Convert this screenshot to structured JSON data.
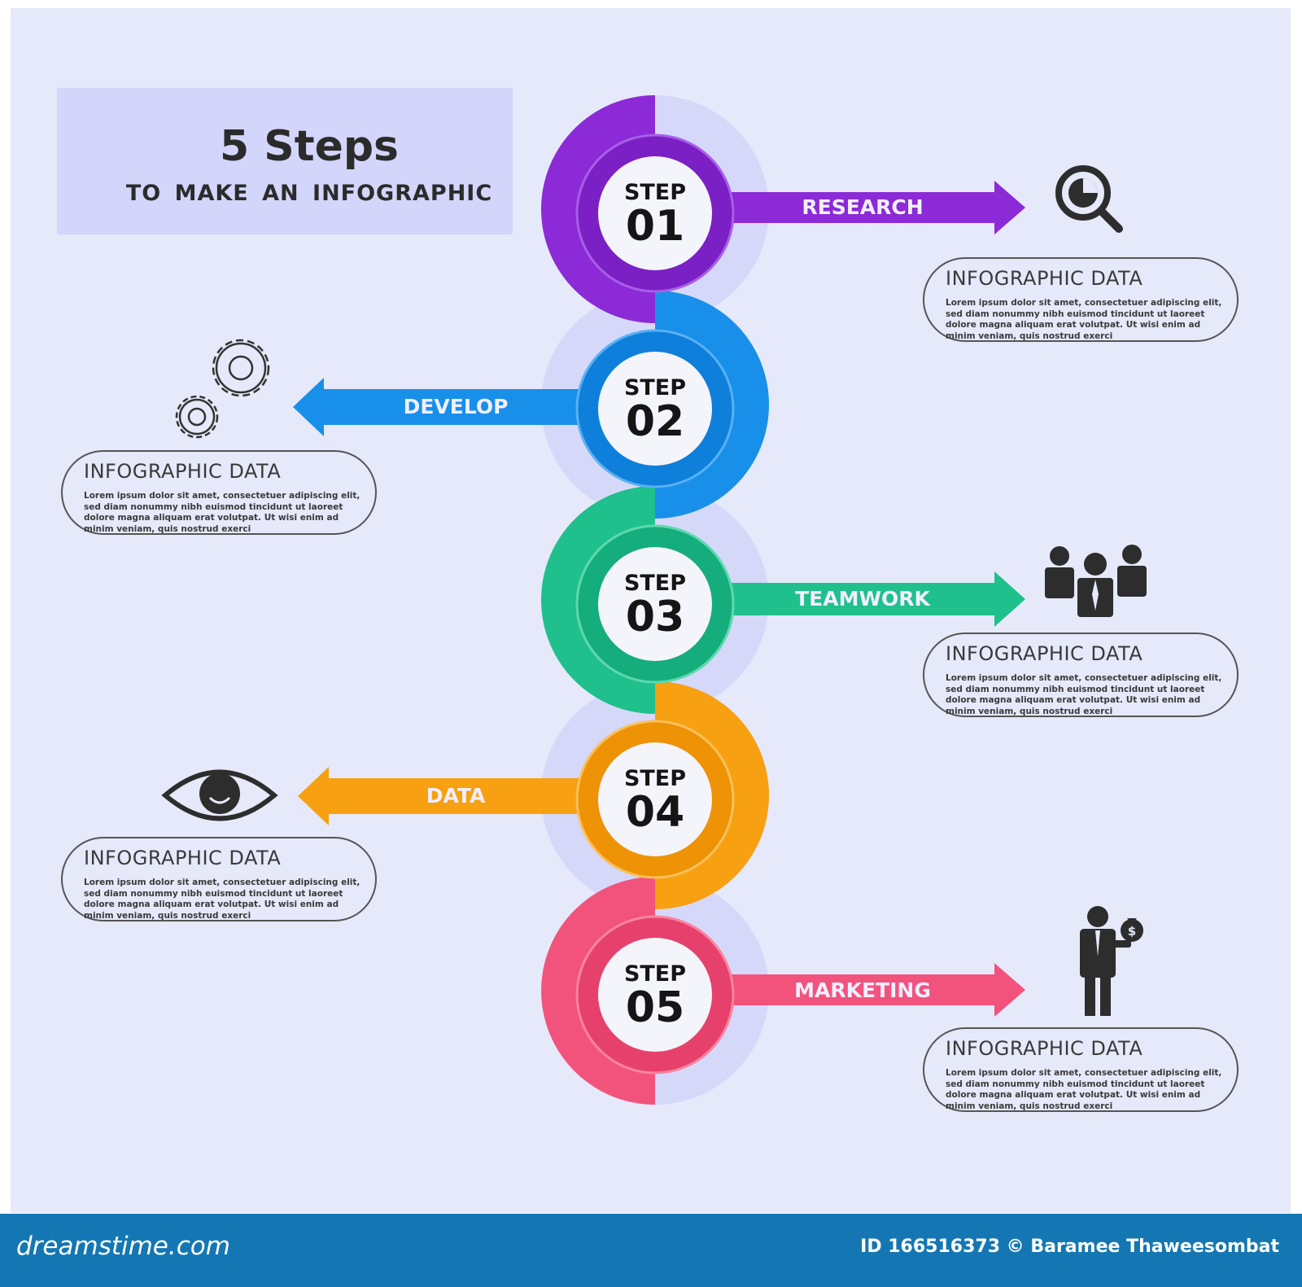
{
  "title": {
    "main": "5 Steps",
    "subtitle": "TO  MAKE  AN  INFOGRAPHIC"
  },
  "steps": [
    {
      "word": "STEP",
      "number": "01",
      "label": "RESEARCH",
      "color": "#8b2ad6",
      "icon": "magnifier-chart-icon"
    },
    {
      "word": "STEP",
      "number": "02",
      "label": "DEVELOP",
      "color": "#1890ea",
      "icon": "gears-icon"
    },
    {
      "word": "STEP",
      "number": "03",
      "label": "TEAMWORK",
      "color": "#1fc08c",
      "icon": "team-icon"
    },
    {
      "word": "STEP",
      "number": "04",
      "label": "DATA",
      "color": "#f7a012",
      "icon": "eye-icon"
    },
    {
      "word": "STEP",
      "number": "05",
      "label": "MARKETING",
      "color": "#f2537d",
      "icon": "businessman-money-icon"
    }
  ],
  "info": [
    {
      "title": "INFOGRAPHIC DATA",
      "text": "Lorem ipsum dolor sit amet, consectetuer adipiscing elit, sed diam nonummy nibh euismod tincidunt ut laoreet dolore magna aliquam erat volutpat. Ut wisi enim ad minim veniam, quis nostrud exerci"
    },
    {
      "title": "INFOGRAPHIC DATA",
      "text": "Lorem ipsum dolor sit amet, consectetuer adipiscing elit, sed diam nonummy nibh euismod tincidunt ut laoreet dolore magna aliquam erat volutpat. Ut wisi enim ad minim veniam, quis nostrud exerci"
    },
    {
      "title": "INFOGRAPHIC DATA",
      "text": "Lorem ipsum dolor sit amet, consectetuer adipiscing elit, sed diam nonummy nibh euismod tincidunt ut laoreet dolore magna aliquam erat volutpat. Ut wisi enim ad minim veniam, quis nostrud exerci"
    },
    {
      "title": "INFOGRAPHIC DATA",
      "text": "Lorem ipsum dolor sit amet, consectetuer adipiscing elit, sed diam nonummy nibh euismod tincidunt ut laoreet dolore magna aliquam erat volutpat. Ut wisi enim ad minim veniam, quis nostrud exerci"
    },
    {
      "title": "INFOGRAPHIC DATA",
      "text": "Lorem ipsum dolor sit amet, consectetuer adipiscing elit, sed diam nonummy nibh euismod tincidunt ut laoreet dolore magna aliquam erat volutpat. Ut wisi enim ad minim veniam, quis nostrud exerci"
    }
  ],
  "footer": {
    "brand": "dreamstime.com",
    "credit": "ID 166516373 © Baramee Thaweesombat"
  },
  "colors": {
    "background": "#e6e9fa",
    "title_box": "#d4d5fb",
    "footer": "#1477b3"
  }
}
